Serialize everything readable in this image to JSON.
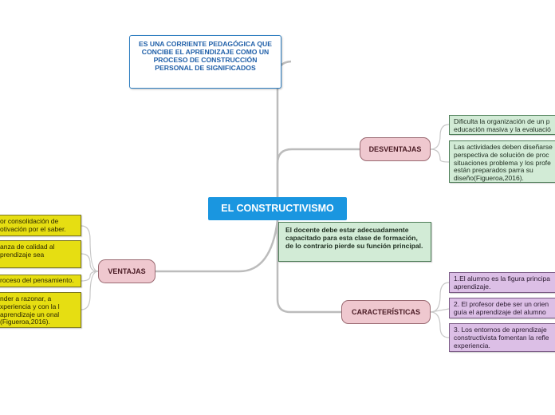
{
  "central": {
    "label": "EL CONSTRUCTIVISMO"
  },
  "definition": {
    "text": "ES UNA CORRIENTE PEDAGÓGICA QUE CONCIBE EL APRENDIZAJE COMO UN PROCESO DE CONSTRUCCIÓN PERSONAL DE SIGNIFICADOS"
  },
  "docente": {
    "text": "El docente  debe estar adecuadamente capacitado para esta clase de formación, de lo contrario  pierde su función principal."
  },
  "desventajas": {
    "label": "DESVENTAJAS",
    "items": [
      "Dificulta la organización de un p educación masiva y la evaluació",
      "Las actividades deben diseñarse perspectiva de solución de proc situaciones problema y los profe están preparados parra su diseño(Figueroa,2016)."
    ]
  },
  "ventajas": {
    "label": "VENTAJAS",
    "items": [
      "or consolidación de otivación por el saber.",
      "anza de calidad al prendizaje sea",
      "roceso del pensamiento.",
      "nder a razonar, a xperiencia y con la l aprendizaje un onal (Figueroa,2016)."
    ]
  },
  "caracteristicas": {
    "label": "CARACTERÍSTICAS",
    "items": [
      "1.El alumno es la figura principa aprendizaje.",
      "2. El profesor debe ser un orien guía el aprendizaje del alumno",
      "3. Los entornos de aprendizaje constructivista fomentan la refle experiencia."
    ]
  },
  "colors": {
    "central": "#1a96e0",
    "connector": "#b9b9b9",
    "green_topic": "#d2ebd6",
    "yellow_topic": "#e6de12",
    "purple_topic": "#dcbfe6",
    "pink_topic": "#efc8cf"
  }
}
